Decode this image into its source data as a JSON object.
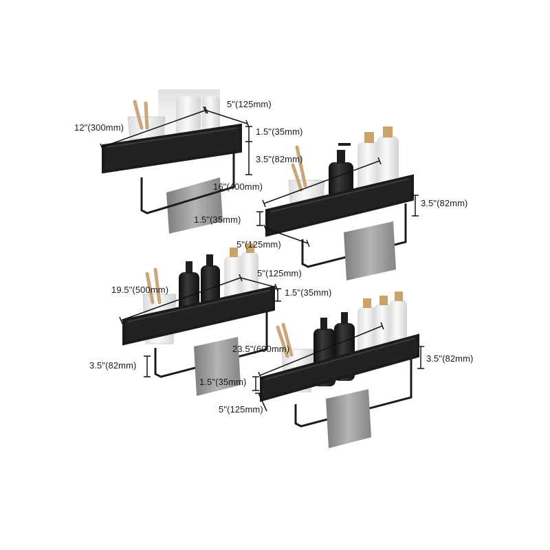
{
  "product": {
    "colors": {
      "frame": "#1b1b1b",
      "towel": "#9a9a9a",
      "bottle_black": "#1e1e1e",
      "bottle_white": "#f1f1f1",
      "cup_white": "#f4f4f4",
      "pump_gold": "#c9a36a",
      "brush_bamboo": "#c9a77a"
    },
    "shelves": [
      {
        "id": "shelf-12in",
        "length_label": "12\"(300mm)",
        "depth_label": "5\"(125mm)",
        "lip_height_label": "1.5\"(35mm)",
        "bar_drop_label": "3.5\"(82mm)"
      },
      {
        "id": "shelf-16in",
        "length_label": "16\"(400mm)",
        "depth_label": "5\"(125mm)",
        "lip_height_label": "1.5\"(35mm)",
        "bar_drop_label": "3.5\"(82mm)"
      },
      {
        "id": "shelf-19-5in",
        "length_label": "19.5\"(500mm)",
        "depth_label": "5\"(125mm)",
        "lip_height_label": "1.5\"(35mm)",
        "bar_drop_label": "3.5\"(82mm)"
      },
      {
        "id": "shelf-23-5in",
        "length_label": "23.5\"(600mm)",
        "depth_label": "5\"(125mm)",
        "lip_height_label": "1.5\"(35mm)",
        "bar_drop_label": "3.5\"(82mm)"
      }
    ]
  }
}
